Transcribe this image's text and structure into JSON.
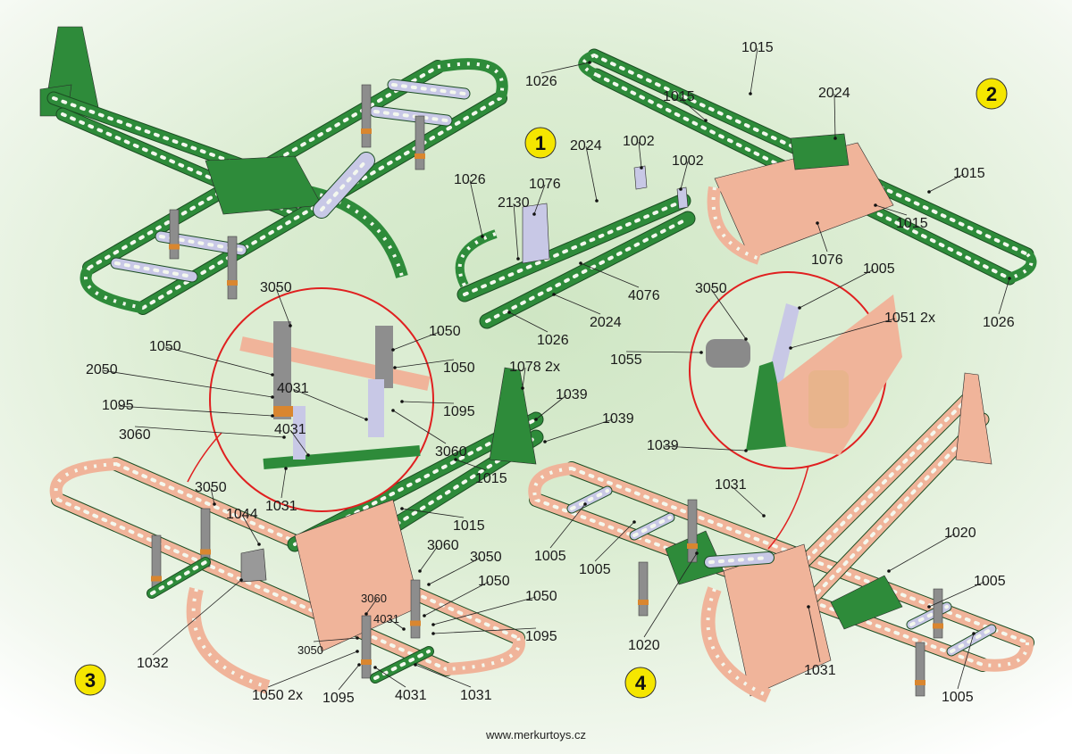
{
  "colors": {
    "green_part": "#2e8b3a",
    "copper_part": "#f0b49a",
    "silver_part": "#c8c8e6",
    "highlight_ring": "#e02020",
    "step_badge": "#f5e600"
  },
  "steps": [
    {
      "number": "1",
      "labels": [
        "1026",
        "2130",
        "1076",
        "2024",
        "1002",
        "1002",
        "4076",
        "2024",
        "1026"
      ]
    },
    {
      "number": "2",
      "labels": [
        "1026",
        "1015",
        "1015",
        "2024",
        "1015",
        "1015",
        "1076",
        "1026"
      ]
    },
    {
      "number": "3",
      "labels": [
        "3050",
        "1050",
        "2050",
        "1095",
        "3060",
        "1050",
        "1050",
        "4031",
        "4031",
        "1095",
        "3060",
        "1031",
        "1078 2x",
        "1039",
        "1039",
        "1015",
        "1015",
        "3050",
        "1044",
        "3060",
        "3050",
        "1050",
        "1050",
        "3060",
        "4031",
        "3050",
        "1095",
        "1032",
        "1050 2x",
        "1095",
        "4031",
        "1031"
      ]
    },
    {
      "number": "4",
      "labels": [
        "3050",
        "1005",
        "1051 2x",
        "1055",
        "1039",
        "1031",
        "1005",
        "1005",
        "1020",
        "1020",
        "1005",
        "1031",
        "1005"
      ]
    }
  ],
  "footer": {
    "website": "www.merkurtoys.cz"
  }
}
